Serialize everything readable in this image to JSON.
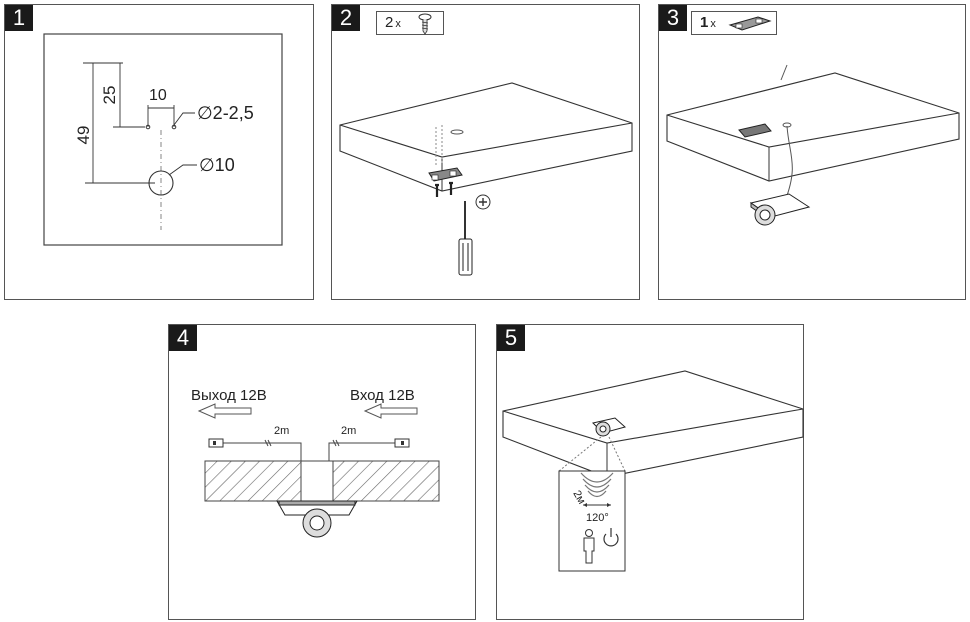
{
  "steps": [
    {
      "number": "1"
    },
    {
      "number": "2",
      "count": "2",
      "count_suffix": "x"
    },
    {
      "number": "3",
      "count": "1",
      "count_suffix": "x"
    },
    {
      "number": "4"
    },
    {
      "number": "5"
    }
  ],
  "step1": {
    "dim_49": "49",
    "dim_25": "25",
    "dim_10": "10",
    "hole_small": "∅2-2,5",
    "hole_large": "∅10"
  },
  "step4": {
    "output_label": "Выход 12В",
    "input_label": "Вход 12В",
    "cable_left": "2m",
    "cable_right": "2m"
  },
  "step5": {
    "range": "2м",
    "angle": "120°"
  },
  "icons": {
    "screw": "screw-icon",
    "mounting_clip": "mounting-clip-icon",
    "screwdriver": "phillips-screwdriver-icon",
    "phillips": "phillips-head-icon",
    "person": "person-icon",
    "power": "power-icon"
  }
}
